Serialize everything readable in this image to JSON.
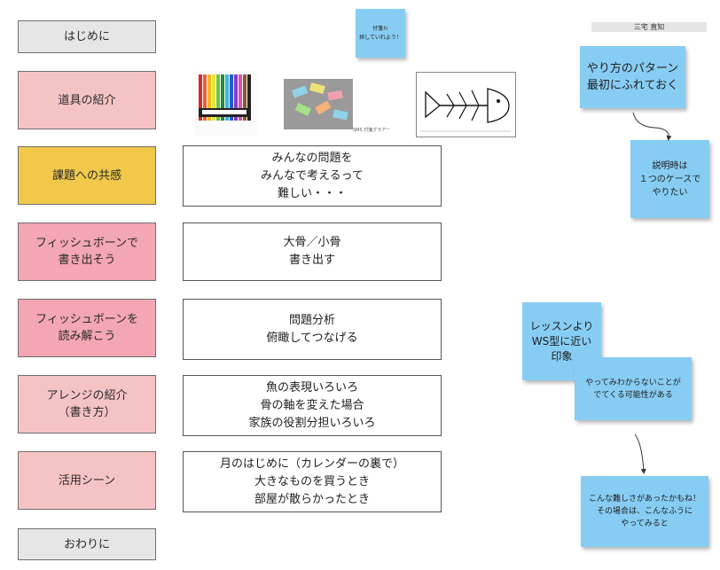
{
  "sections": [
    {
      "label": "はじめに"
    },
    {
      "label": "道具の紹介"
    },
    {
      "label": "課題への共感"
    },
    {
      "label": "フィッシュボーンで\n書き出そう"
    },
    {
      "label": "フィッシュボーンを\n読み解こう"
    },
    {
      "label": "アレンジの紹介\n（書き方）"
    },
    {
      "label": "活用シーン"
    },
    {
      "label": "おわりに"
    }
  ],
  "notes": [
    {
      "text": "みんなの問題を\nみんなで考えるって\n難しい・・・"
    },
    {
      "text": "大骨／小骨\n書き出す"
    },
    {
      "text": "問題分析\n俯瞰してつなげる"
    },
    {
      "text": "魚の表現いろいろ\n骨の軸を変えた場合\n家族の役割分担いろいろ"
    },
    {
      "text": "月のはじめに（カレンダーの裏で）\n大きなものを買うとき\n部屋が散らかったとき"
    }
  ],
  "top_sticky": {
    "text": "付箋ｈ\n探していれよう！"
  },
  "name_label": "三宅 直知",
  "images": {
    "sticky_caption": "SMS 付箋グラアー"
  },
  "side_stickies": [
    {
      "text": "やり方のパターン\n最初にふれておく"
    },
    {
      "text": "説明時は\n１つのケースで\nやりたい"
    },
    {
      "text": "レッスンより\nWS型に近い\n印象"
    },
    {
      "text": "やってみわからないことが\nでてくる可能性がある"
    },
    {
      "text": "こんな難しさがあったかもね！\nその場合は、こんなふうに\nやってみると"
    }
  ],
  "colors": {
    "gray": "#e6e6e6",
    "light_pink": "#f6c3c4",
    "yellow": "#f1c84a",
    "pink": "#f3a6b3",
    "sticky_blue": "#87cdf3"
  }
}
